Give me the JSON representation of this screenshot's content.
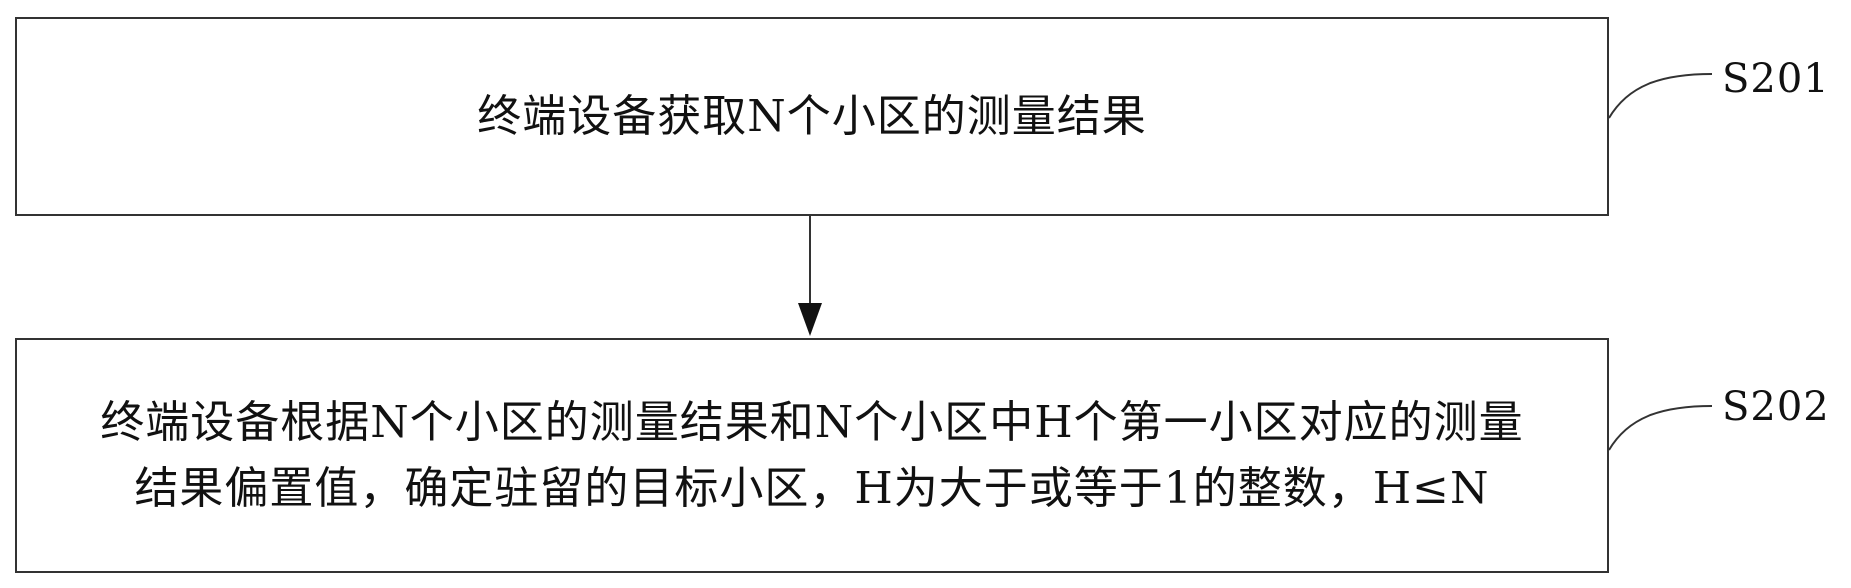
{
  "steps": [
    {
      "id": "S201",
      "text": "终端设备获取N个小区的测量结果"
    },
    {
      "id": "S202",
      "text": "终端设备根据N个小区的测量结果和N个小区中H个第一小区对应的测量\n结果偏置值，确定驻留的目标小区，H为大于或等于1的整数，H≤N"
    }
  ]
}
